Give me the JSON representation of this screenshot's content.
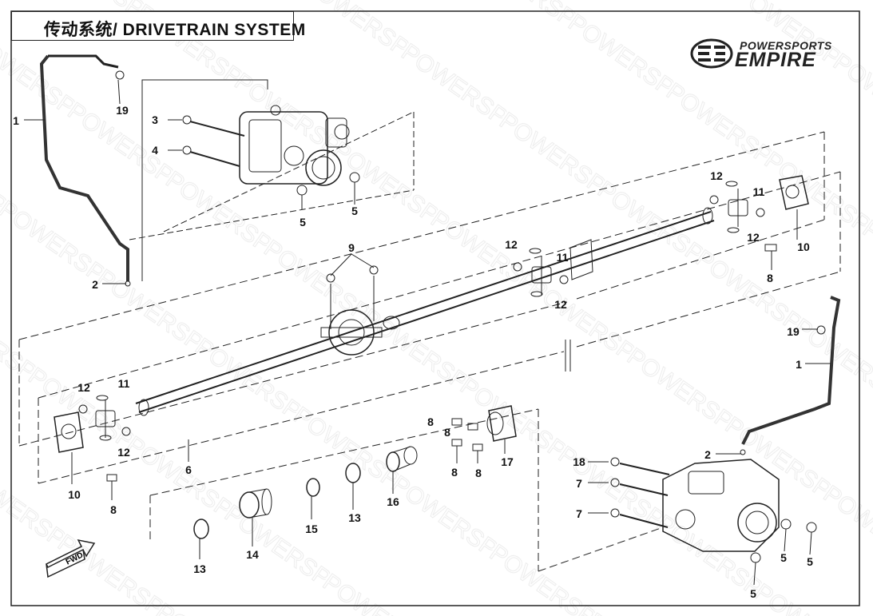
{
  "title": "传动系统/ DRIVETRAIN SYSTEM",
  "logo": {
    "top": "POWERSPORTS",
    "main": "EMPIRE"
  },
  "watermark": "POWERSPORTS EMPIRE",
  "fwd_label": "FWD",
  "callouts": {
    "c_1a": "1",
    "c_19a": "19",
    "c_3": "3",
    "c_4": "4",
    "c_5a": "5",
    "c_5b": "5",
    "c_2a": "2",
    "c_9": "9",
    "c_12a": "12",
    "c_11a": "11",
    "c_12b": "12",
    "c_10a": "10",
    "c_8a": "8",
    "c_12c": "12",
    "c_11b": "11",
    "c_12d": "12",
    "c_19b": "19",
    "c_1b": "1",
    "c_12e": "12",
    "c_11c": "11",
    "c_12f": "12",
    "c_10b": "10",
    "c_8b": "8",
    "c_6": "6",
    "c_8c": "8",
    "c_8d": "8",
    "c_8e": "8",
    "c_8f": "8",
    "c_17": "17",
    "c_16": "16",
    "c_13a": "13",
    "c_15": "15",
    "c_14": "14",
    "c_13b": "13",
    "c_2b": "2",
    "c_18": "18",
    "c_7a": "7",
    "c_7b": "7",
    "c_5c": "5",
    "c_5d": "5",
    "c_5e": "5"
  }
}
